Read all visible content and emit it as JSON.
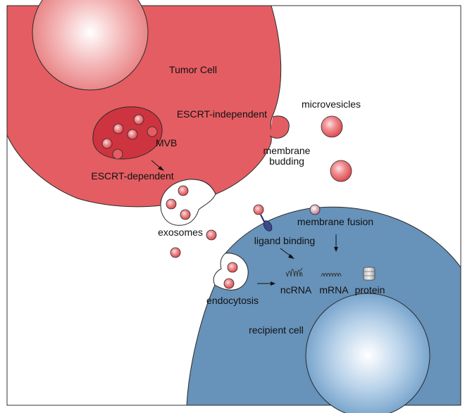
{
  "labels": {
    "tumor_cell": "Tumor Cell",
    "escrt_independent": "ESCRT-independent",
    "mvb": "MVB",
    "escrt_dependent": "ESCRT-dependent",
    "microvesicles": "microvesicles",
    "membrane": "membrane",
    "budding": "budding",
    "exosomes": "exosomes",
    "ligand_binding": "ligand binding",
    "membrane_fusion": "membrane fusion",
    "endocytosis": "endocytosis",
    "ncrna": "ncRNA",
    "mrna": "mRNA",
    "protein": "protein",
    "recipient_cell": "recipient cell"
  },
  "colors": {
    "tumor_cell": "#e45d62",
    "mvb": "#cd3440",
    "recipient_cell": "#6792b9",
    "vesicle": "#e8676a",
    "outline": "#2b2b2b",
    "background": "#ffffff"
  }
}
